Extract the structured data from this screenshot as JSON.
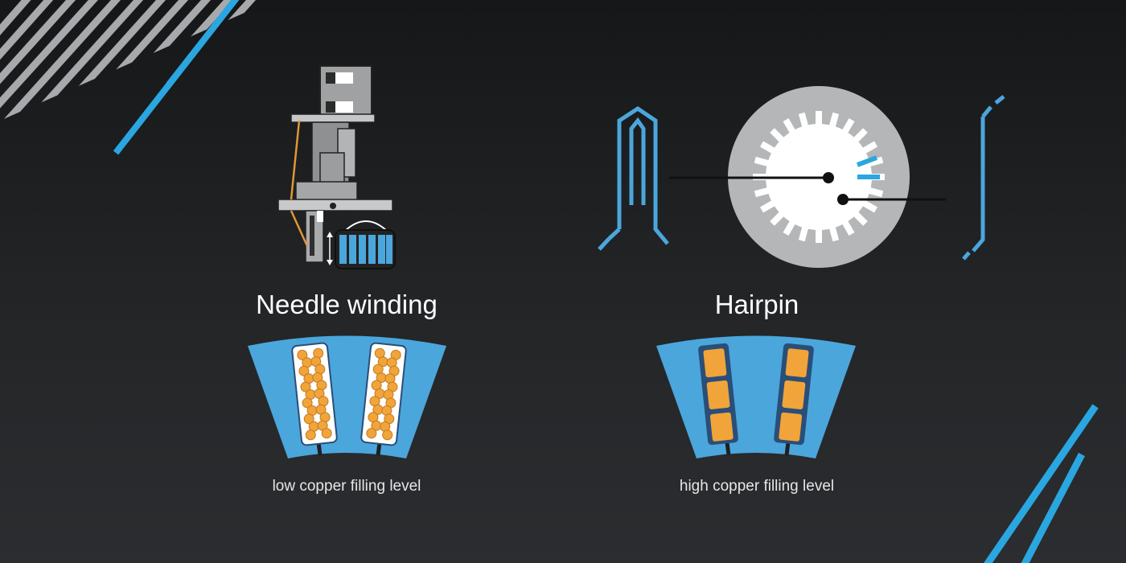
{
  "colors": {
    "background": "#1e2022",
    "accent_blue": "#2aa6e0",
    "stator_blue": "#4ba6dc",
    "copper": "#f0a43a",
    "stripe_grey": "#a7a9ac",
    "machine_grey": "#9a9b9d"
  },
  "needle": {
    "title": "Needle winding",
    "caption": "low copper filling level"
  },
  "hairpin": {
    "title": "Hairpin",
    "caption": "high copper filling level"
  },
  "icons": {
    "machine": "needle-winding-machine-icon",
    "coil": "coil-icon",
    "hairpin_wire": "hairpin-wire-icon",
    "stator_disc": "stator-disc-icon"
  }
}
